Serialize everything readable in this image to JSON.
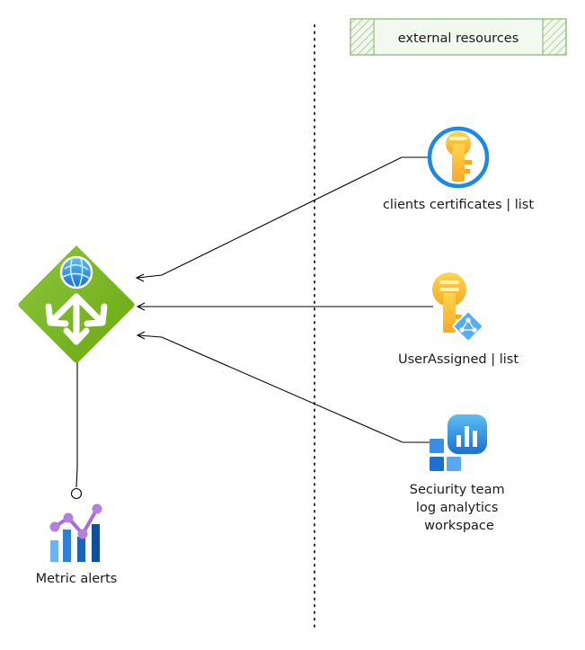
{
  "legend": {
    "label": "external resources",
    "fill_color": "#b9e0a5",
    "stroke_color": "#82b366"
  },
  "nodes": {
    "gateway": {
      "icon": "application-gateway-icon",
      "color": "#7fba00"
    },
    "metric_alerts": {
      "icon": "metric-alerts-icon",
      "label": "Metric alerts"
    },
    "certificates": {
      "icon": "key-vault-key-icon",
      "label": "clients certificates | list"
    },
    "user_assigned": {
      "icon": "managed-identity-icon",
      "label": "UserAssigned | list"
    },
    "log_analytics": {
      "icon": "log-analytics-icon",
      "label_lines": [
        "Seciurity team",
        "log analytics",
        "workspace"
      ]
    }
  },
  "colors": {
    "line": "#000000",
    "key_gold": "#ffca28",
    "azure_blue": "#1e88e5",
    "purple": "#a66dd4"
  }
}
